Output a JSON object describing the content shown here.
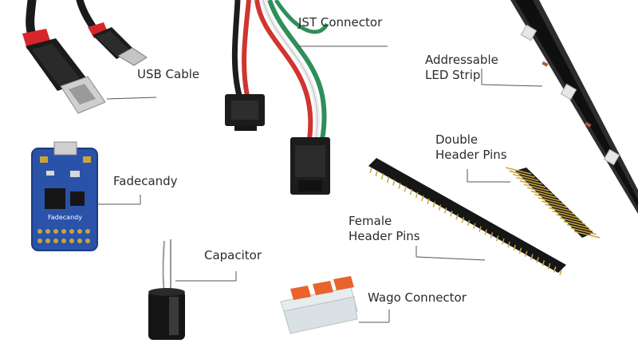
{
  "labels": {
    "usb_cable": "USB Cable",
    "jst_connector": "JST Connector",
    "led_strip": [
      "Addressable",
      "LED Strip"
    ],
    "fadecandy": "Fadecandy",
    "double_header_pins": [
      "Double",
      "Header Pins"
    ],
    "female_header_pins": [
      "Female",
      "Header Pins"
    ],
    "capacitor": "Capacitor",
    "wago_connector": "Wago Connector",
    "board_silkscreen": "Fadecandy"
  },
  "colors": {
    "background": "#ffffff",
    "label_text": "#2b2b2b",
    "leader_line": "#555555",
    "cable_black": "#1a1a1a",
    "cable_red_accent": "#d6262b",
    "wire_red": "#d0352f",
    "wire_green": "#2f8f5c",
    "wire_white": "#eeeeee",
    "pcb_blue": "#2a52a8",
    "gold": "#c9a43a",
    "orange": "#e8642c"
  }
}
